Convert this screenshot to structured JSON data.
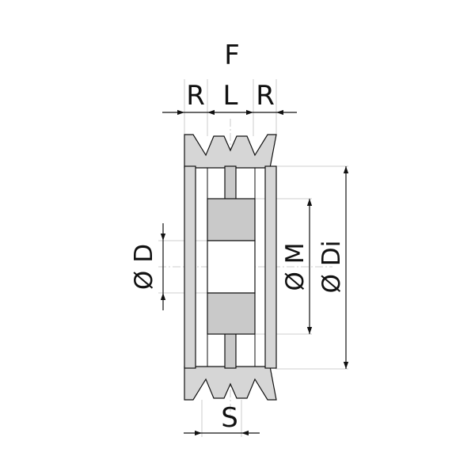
{
  "diagram": {
    "labels": {
      "F": "F",
      "R_left": "R",
      "L": "L",
      "R_right": "R",
      "D": "Ø D",
      "M": "Ø M",
      "Di": "Ø Di",
      "S": "S"
    },
    "colors": {
      "line": "#111111",
      "fill": "#d6d6d6",
      "hub": "#c9c9c9",
      "extension": "#bfbfbf"
    }
  }
}
